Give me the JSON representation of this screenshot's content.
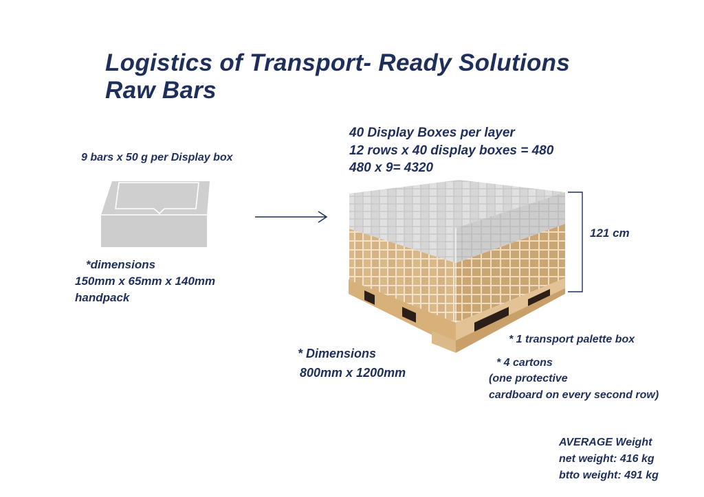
{
  "title": {
    "line1": "Logistics of Transport- Ready Solutions",
    "line2": "Raw Bars"
  },
  "display_box": {
    "caption": "9 bars x 50 g per Display box",
    "dimensions_label": "*dimensions",
    "dimensions_value": "150mm x  65mm x 140mm",
    "dimensions_unit": "handpack"
  },
  "layer_info": {
    "line1": "40 Display Boxes per layer",
    "line2": "12 rows x 40 display boxes = 480",
    "line3": "480 x 9= 4320"
  },
  "height_label": "121 cm",
  "pallet_dimensions": {
    "label": "* Dimensions",
    "value": "800mm x 1200mm"
  },
  "notes": {
    "palette": "*  1 transport palette box",
    "cartons": "*  4 cartons",
    "protective_1": "(one protective",
    "protective_2": "cardboard on every second row)"
  },
  "weight": {
    "heading": "AVERAGE Weight",
    "net": "net weight: 416  kg",
    "gross": "btto weight: 491 kg"
  },
  "colors": {
    "text": "#1f2f5c",
    "box_grey": "#cfcfcf",
    "carton": "#dcbd92",
    "pallet_wood": "#dbb888",
    "pallet_dark": "#2b1f18"
  }
}
